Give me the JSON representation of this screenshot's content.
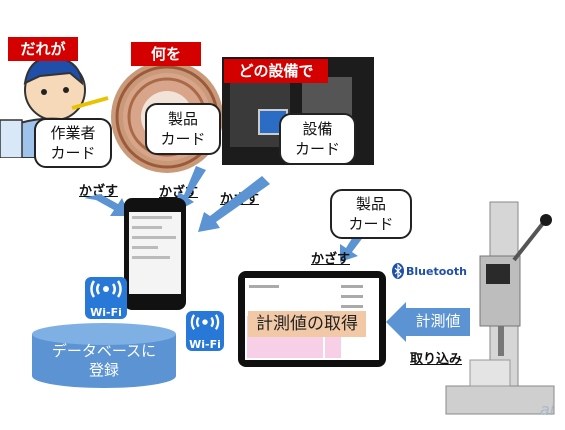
{
  "tags": {
    "who": "だれが",
    "what": "何を",
    "which_equipment": "どの設備で"
  },
  "cards": {
    "worker": [
      "作業者",
      "カード"
    ],
    "product": [
      "製品",
      "カード"
    ],
    "equipment": [
      "設備",
      "カード"
    ],
    "product2": [
      "製品",
      "カード"
    ]
  },
  "actions": {
    "hold1": "かざす",
    "hold2": "かざす",
    "hold3": "かざす",
    "hold4": "かざす"
  },
  "wifi": {
    "label1": "Wi-Fi",
    "label2": "Wi-Fi"
  },
  "database": {
    "line1": "データベースに",
    "line2": "登録"
  },
  "tablet": {
    "center_label": "計測値の取得"
  },
  "measure_arrow": {
    "label": "計測値"
  },
  "capture": "取り込み",
  "bluetooth": "Bluetooth",
  "watermark": "ai",
  "colors": {
    "tag_red": "#d40000",
    "blue": "#2878d8",
    "arrow_blue": "#5b93d3"
  }
}
